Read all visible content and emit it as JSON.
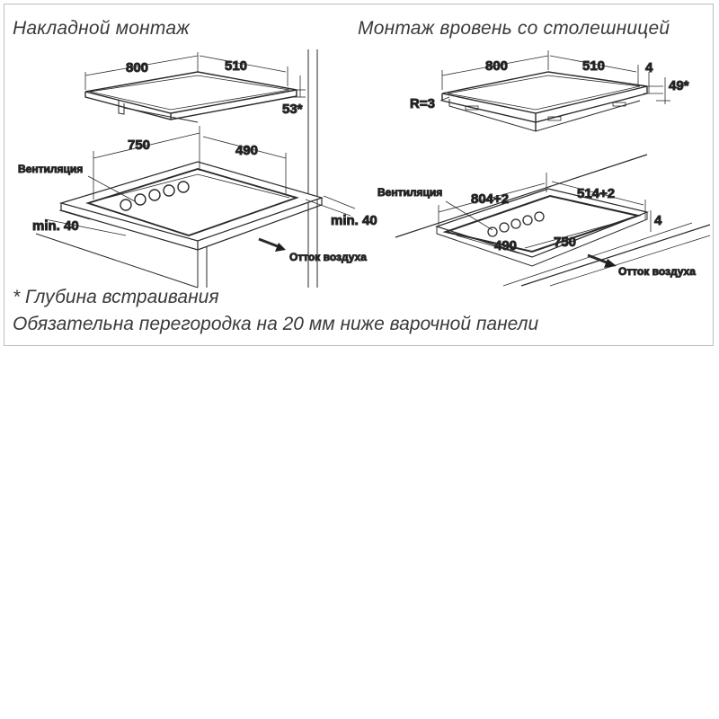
{
  "titles": {
    "left": "Накладной монтаж",
    "right": "Монтаж вровень со столешницей"
  },
  "left_diagram": {
    "top_width": "800",
    "top_depth": "510",
    "install_depth": "53*",
    "cutout_width": "750",
    "cutout_depth": "490",
    "ventilation": "Вентиляция",
    "min_left": "min. 40",
    "min_right": "min. 40",
    "air_outlet": "Отток воздуха"
  },
  "right_diagram": {
    "top_width": "800",
    "top_depth": "510",
    "glass_thickness": "4",
    "install_depth": "49*",
    "radius": "R=3",
    "ventilation": "Вентиляция",
    "recess_width": "804+2",
    "recess_depth": "514+2",
    "recess_height": "4",
    "cutout_depth": "490",
    "cutout_width": "750",
    "air_outlet": "Отток воздуха"
  },
  "notes": {
    "depth_note": "* Глубина встраивания",
    "partition_note": "Обязательна перегородка на 20 мм ниже варочной панели"
  }
}
